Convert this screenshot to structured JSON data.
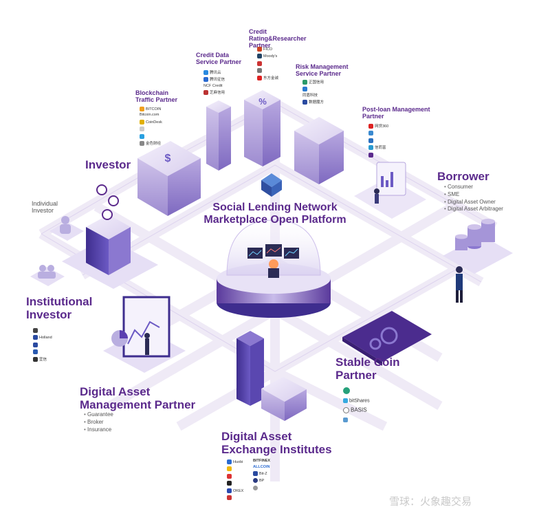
{
  "center": {
    "title_line1": "Social Lending Network",
    "title_line2": "Marketplace Open Platform"
  },
  "nodes": {
    "credit_rating": "Credit Rating&Researcher Partner",
    "credit_data": "Credit Data Service Partner",
    "risk_management": "Risk Management Service Partner",
    "blockchain_traffic": "Blockchain Traffic Partner",
    "post_loan": "Post-loan Management Partner",
    "investor": "Investor",
    "individual_investor": "Individual Investor",
    "institutional_investor": "Institutional Investor",
    "borrower": "Borrower",
    "stable_coin": "Stable Coin Partner",
    "asset_management": "Digital Asset Management Partner",
    "exchange": "Digital Asset Exchange Institutes"
  },
  "borrower_items": [
    "Consumer",
    "SME",
    "Digital Asset Owner",
    "Digital Asset Arbitrager"
  ],
  "asset_management_items": [
    "Guarantee",
    "Broker",
    "Insurance"
  ],
  "logos": {
    "credit_rating": [
      "FICO",
      "Moody's",
      "",
      "",
      "东方金诚"
    ],
    "credit_data": [
      "腾讯云",
      "腾讯征信",
      "NCF Credit",
      "芝麻信用"
    ],
    "risk_management": [
      "正国信用",
      "",
      "同盾科技",
      "数据魔方"
    ],
    "blockchain_traffic": [
      "BITCOIN",
      "Bitcoin.com",
      "CoinDesk",
      "",
      "",
      "金色财经"
    ],
    "post_loan": [
      "网贷360",
      "",
      "",
      "信而富",
      ""
    ],
    "institutional": [
      "",
      "",
      "Holland",
      "",
      "",
      "宜信"
    ],
    "stable_coin": [
      "",
      "bitShares",
      "BASIS",
      ""
    ],
    "exchange_left": [
      "Huobi",
      "",
      "",
      "",
      "OKEX",
      ""
    ],
    "exchange_right": [
      "BITFINEX",
      "ALLCOIN",
      "Bit-Z",
      "BP",
      ""
    ]
  },
  "watermark": "雪球：火象趣交易",
  "colors": {
    "primary": "#5b2a8c",
    "accent": "#7b5cc4",
    "light": "#e6dff5",
    "road": "#efeaf6"
  }
}
